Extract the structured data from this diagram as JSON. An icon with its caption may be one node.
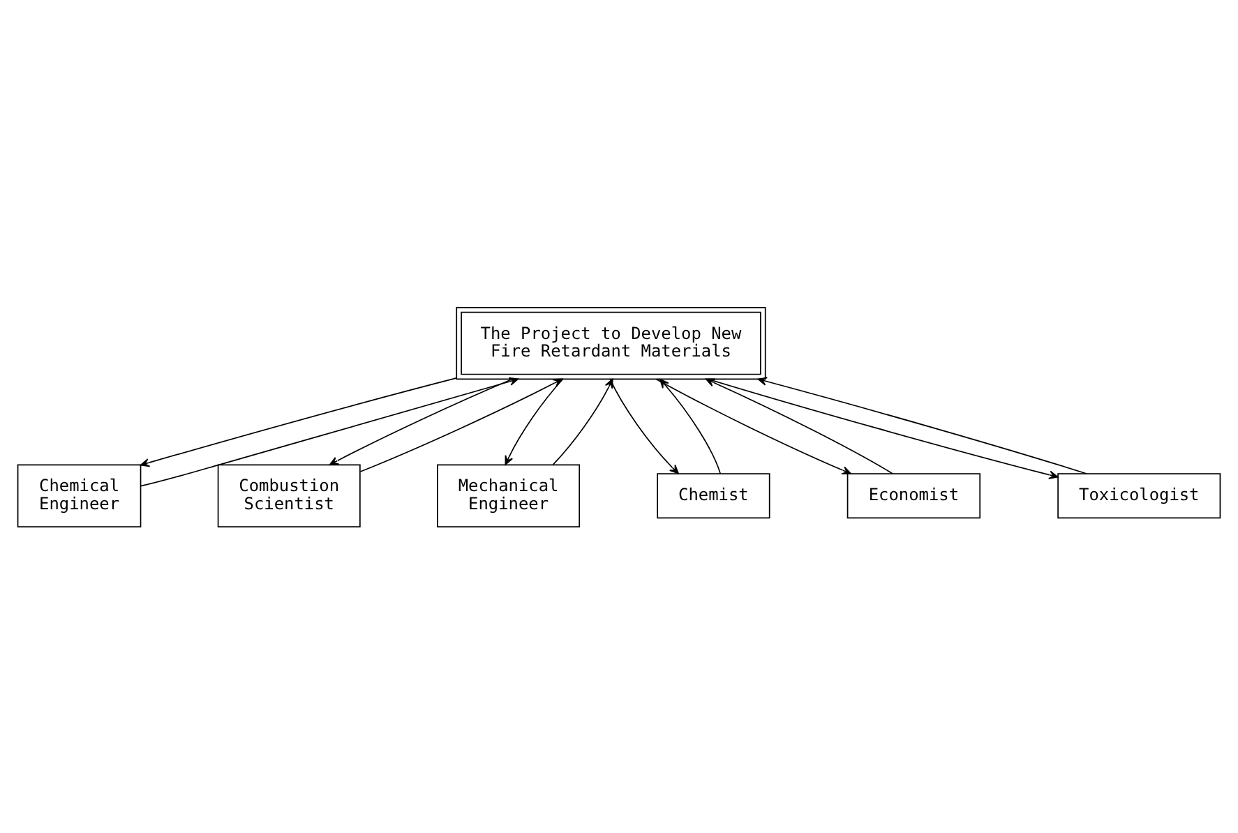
{
  "diagram": {
    "nodes": [
      {
        "text": [
          "The Project to Develop New Fire Retardant Materials"
        ]
      },
      {
        "text": [
          "Chemical Engineer"
        ]
      },
      {
        "text": [
          "Combustion Scientist"
        ]
      },
      {
        "text": [
          "Mechanical Engineer"
        ]
      },
      {
        "text": [
          "Chemist"
        ]
      },
      {
        "text": [
          "Economist"
        ]
      },
      {
        "text": [
          "Toxicologist"
        ]
      }
    ],
    "edges": [
      {
        "from": 1,
        "to": 0,
        "arrow": "to"
      },
      {
        "from": 0,
        "to": 1,
        "arrow": "to"
      },
      {
        "from": 2,
        "to": 0,
        "arrow": "to"
      },
      {
        "from": 0,
        "to": 2,
        "arrow": "to"
      },
      {
        "from": 3,
        "to": 0,
        "arrow": "to"
      },
      {
        "from": 0,
        "to": 3,
        "arrow": "to"
      },
      {
        "from": 4,
        "to": 0,
        "arrow": "to"
      },
      {
        "from": 0,
        "to": 4,
        "arrow": "to"
      },
      {
        "from": 5,
        "to": 0,
        "arrow": "to"
      },
      {
        "from": 0,
        "to": 5,
        "arrow": "to"
      },
      {
        "from": 6,
        "to": 0,
        "arrow": "to"
      },
      {
        "from": 0,
        "to": 6,
        "arrow": "to"
      }
    ]
  }
}
